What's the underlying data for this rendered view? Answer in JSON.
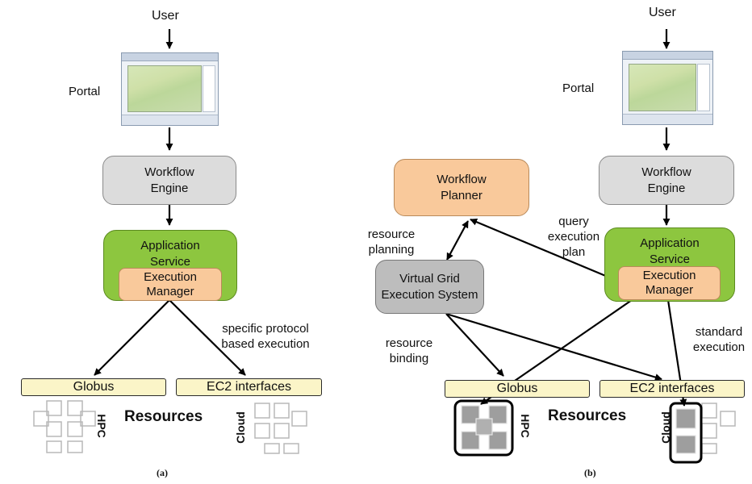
{
  "panel_a": {
    "user": "User",
    "portal": "Portal",
    "workflow_engine": [
      "Workflow",
      "Engine"
    ],
    "application_service": [
      "Application",
      "Service"
    ],
    "execution_manager": [
      "Execution",
      "Manager"
    ],
    "protocol_note": [
      "specific protocol",
      "based execution"
    ],
    "globus": "Globus",
    "ec2": "EC2 interfaces",
    "resources": "Resources",
    "hpc": "HPC",
    "cloud": "Cloud",
    "caption": "(a)"
  },
  "panel_b": {
    "user": "User",
    "portal": "Portal",
    "workflow_planner": [
      "Workflow",
      "Planner"
    ],
    "workflow_engine": [
      "Workflow",
      "Engine"
    ],
    "application_service": [
      "Application",
      "Service"
    ],
    "execution_manager": [
      "Execution",
      "Manager"
    ],
    "vges": [
      "Virtual Grid",
      "Execution System"
    ],
    "resource_planning": [
      "resource",
      "planning"
    ],
    "query_plan": [
      "query",
      "execution",
      "plan"
    ],
    "resource_binding": [
      "resource",
      "binding"
    ],
    "standard_execution": [
      "standard",
      "execution"
    ],
    "globus": "Globus",
    "ec2": "EC2 interfaces",
    "resources": "Resources",
    "hpc": "HPC",
    "cloud": "Cloud",
    "caption": "(b)"
  },
  "colors": {
    "box_grey": "#dcdcdc",
    "box_dark_grey": "#bdbdbd",
    "box_orange": "#f9c99b",
    "box_green": "#8dc63f",
    "box_yellow": "#fbf5c8",
    "node_grey": "#9e9e9e"
  }
}
